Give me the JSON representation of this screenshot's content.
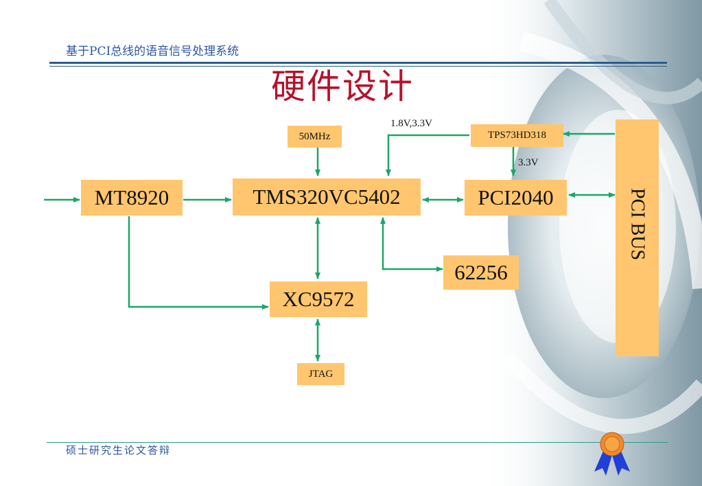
{
  "header": {
    "title": "基于PCI总线的语音信号处理系统"
  },
  "slide": {
    "title": "硬件设计"
  },
  "blocks": {
    "mt8920": "MT8920",
    "dsp": "TMS320VC5402",
    "pci2040": "PCI2040",
    "clock": "50MHz",
    "regulator": "TPS73HD318",
    "sram": "62256",
    "cpld": "XC9572",
    "jtag": "JTAG",
    "pci_bus": "PCI BUS"
  },
  "labels": {
    "dsp_voltage": "1.8V,3.3V",
    "pci_voltage": "3.3V"
  },
  "footer": {
    "text": "硕士研究生论文答辩"
  },
  "colors": {
    "block_fill": "#ffc66f",
    "wire": "#1aa56a",
    "title_red": "#b5122a",
    "header_blue": "#2b55a5"
  },
  "icons": {
    "badge": "award-ribbon-icon"
  }
}
